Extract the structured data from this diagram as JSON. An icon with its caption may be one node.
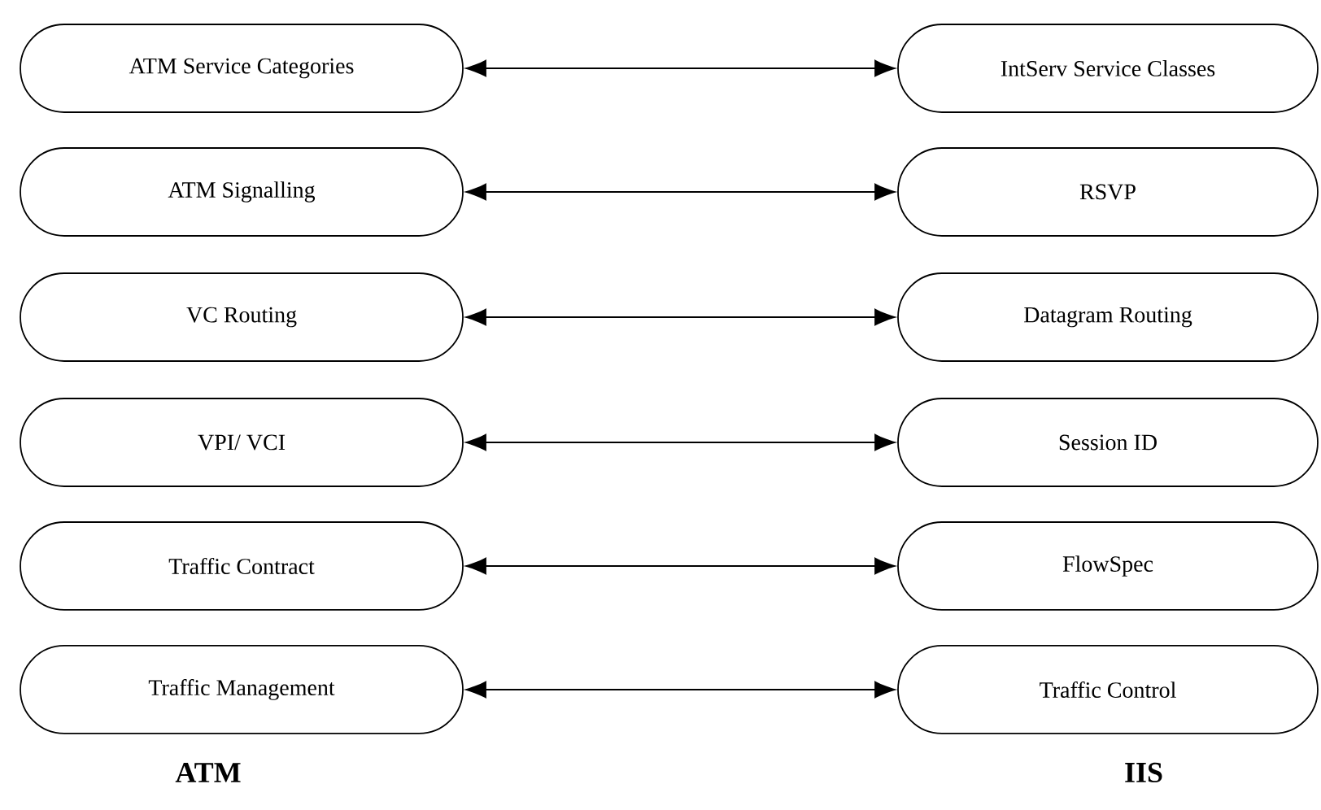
{
  "diagram": {
    "nodes": [
      {
        "text": [
          "ATM Service Categories"
        ]
      },
      {
        "text": [
          "IntServ Service Classes"
        ]
      },
      {
        "text": [
          "ATM Signalling"
        ]
      },
      {
        "text": [
          "RSVP"
        ]
      },
      {
        "text": [
          "VC Routing"
        ]
      },
      {
        "text": [
          "Datagram Routing"
        ]
      },
      {
        "text": [
          "VPI/ VCI"
        ]
      },
      {
        "text": [
          "Session ID"
        ]
      },
      {
        "text": [
          "Traffic Contract"
        ]
      },
      {
        "text": [
          "FlowSpec"
        ]
      },
      {
        "text": [
          "Traffic Management"
        ]
      },
      {
        "text": [
          "Traffic Control"
        ]
      }
    ],
    "edges": [
      {
        "from": 0,
        "to": 1,
        "arrow": "both"
      },
      {
        "from": 2,
        "to": 3,
        "arrow": "both"
      },
      {
        "from": 4,
        "to": 5,
        "arrow": "both"
      },
      {
        "from": 6,
        "to": 7,
        "arrow": "both"
      },
      {
        "from": 8,
        "to": 9,
        "arrow": "both"
      },
      {
        "from": 10,
        "to": 11,
        "arrow": "both"
      }
    ],
    "labels": [
      "ATM",
      "IIS"
    ]
  }
}
